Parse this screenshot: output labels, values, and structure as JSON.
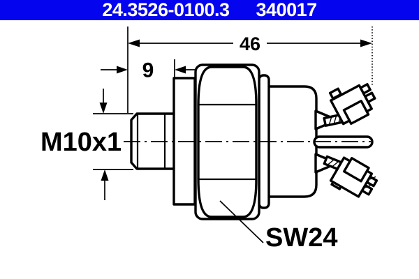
{
  "header": {
    "part_number": "24.3526-0100.3",
    "reference_number": "340017",
    "bg_color": "#0404ee",
    "text_color": "#ffffff"
  },
  "drawing": {
    "type": "technical-part-drawing",
    "subject": "brake light switch side view",
    "line_color": "#000000",
    "background_color": "#ffffff",
    "dimensions": {
      "overall_length": "46",
      "thread_length": "9",
      "thread_spec": "M10x1",
      "wrench_size": "SW24"
    }
  }
}
